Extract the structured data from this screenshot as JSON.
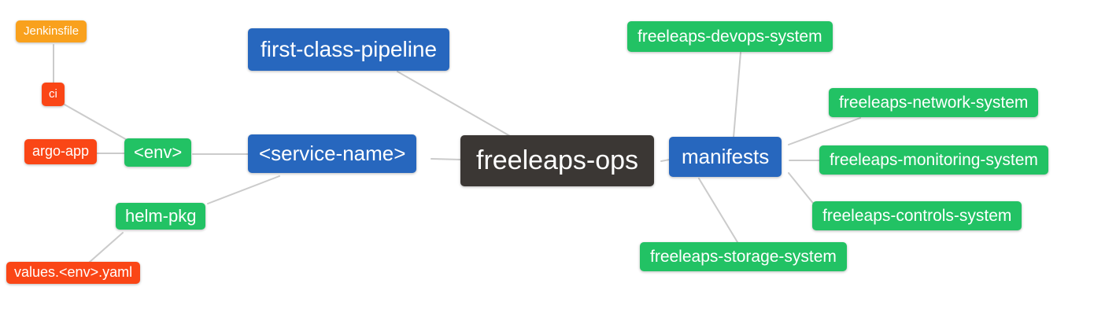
{
  "diagram": {
    "type": "mindmap",
    "root_label": "freeleaps-ops",
    "palette": {
      "root_dark": "#3b3734",
      "branch_blue": "#2767be",
      "leaf_green": "#22c264",
      "leaf_red": "#fa4616",
      "leaf_orange": "#f9a11d",
      "edge_gray": "#cbcbcb",
      "background": "#ffffff",
      "text": "#ffffff"
    },
    "nodes": [
      {
        "id": "jenkinsfile",
        "label": "Jenkinsfile",
        "color": "orange"
      },
      {
        "id": "ci",
        "label": "ci",
        "color": "red"
      },
      {
        "id": "argo-app",
        "label": "argo-app",
        "color": "red"
      },
      {
        "id": "env",
        "label": "<env>",
        "color": "green"
      },
      {
        "id": "helm-pkg",
        "label": "helm-pkg",
        "color": "green"
      },
      {
        "id": "values",
        "label": "values.<env>.yaml",
        "color": "red"
      },
      {
        "id": "fcp",
        "label": "first-class-pipeline",
        "color": "blue"
      },
      {
        "id": "service",
        "label": "<service-name>",
        "color": "blue"
      },
      {
        "id": "ops",
        "label": "freeleaps-ops",
        "color": "dark"
      },
      {
        "id": "manifests",
        "label": "manifests",
        "color": "blue"
      },
      {
        "id": "devops",
        "label": "freeleaps-devops-system",
        "color": "green"
      },
      {
        "id": "network",
        "label": "freeleaps-network-system",
        "color": "green"
      },
      {
        "id": "monitoring",
        "label": "freeleaps-monitoring-system",
        "color": "green"
      },
      {
        "id": "controls",
        "label": "freeleaps-controls-system",
        "color": "green"
      },
      {
        "id": "storage",
        "label": "freeleaps-storage-system",
        "color": "green"
      }
    ],
    "edges": [
      {
        "from": "jenkinsfile",
        "to": "ci"
      },
      {
        "from": "ci",
        "to": "env"
      },
      {
        "from": "argo-app",
        "to": "env"
      },
      {
        "from": "env",
        "to": "service"
      },
      {
        "from": "helm-pkg",
        "to": "service"
      },
      {
        "from": "values",
        "to": "helm-pkg"
      },
      {
        "from": "fcp",
        "to": "ops"
      },
      {
        "from": "service",
        "to": "ops"
      },
      {
        "from": "ops",
        "to": "manifests"
      },
      {
        "from": "manifests",
        "to": "devops"
      },
      {
        "from": "manifests",
        "to": "network"
      },
      {
        "from": "manifests",
        "to": "monitoring"
      },
      {
        "from": "manifests",
        "to": "controls"
      },
      {
        "from": "manifests",
        "to": "storage"
      }
    ]
  }
}
